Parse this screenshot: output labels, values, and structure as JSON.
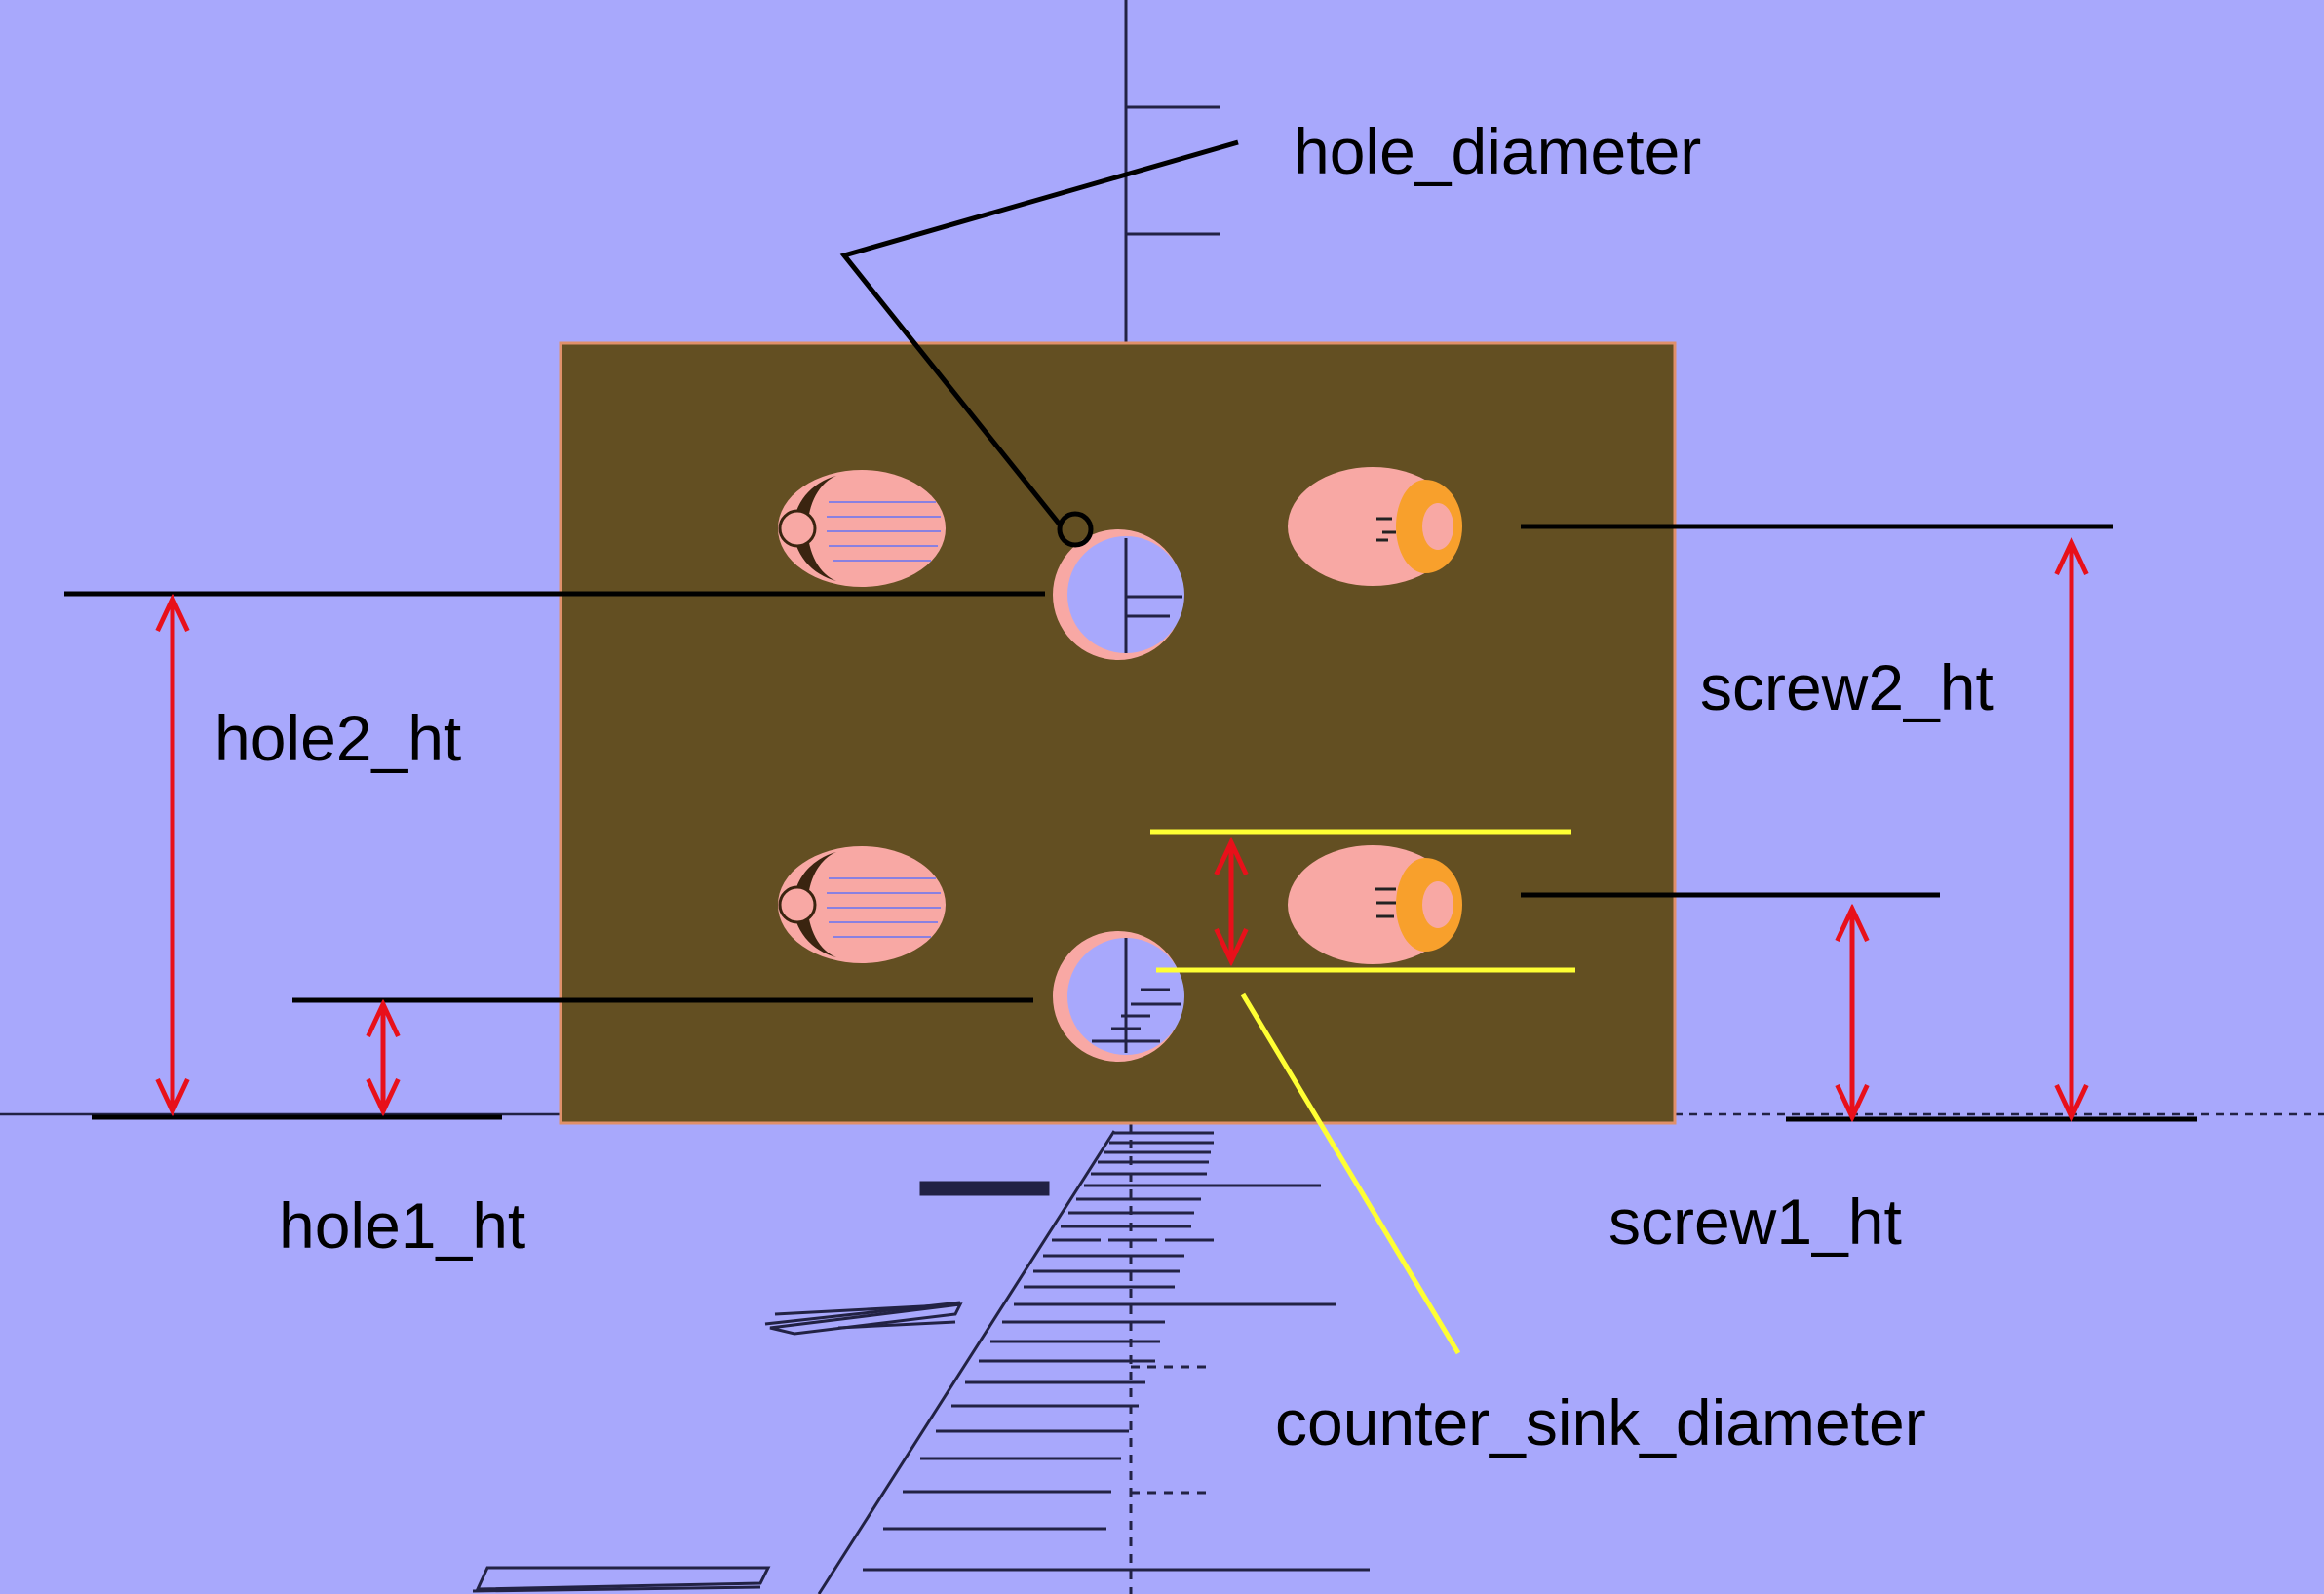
{
  "labels": {
    "hole_diameter": "hole_diameter",
    "hole2_ht": "hole2_ht",
    "hole1_ht": "hole1_ht",
    "screw2_ht": "screw2_ht",
    "screw1_ht": "screw1_ht",
    "counter_sink_diameter": "counter_sink_diameter"
  },
  "colors": {
    "background": "#a8a8fc",
    "plate": "#634f22",
    "plate_edge": "#e0906a",
    "hole_fill": "#f8a8a4",
    "countersink": "#f8a02c",
    "dim_arrow": "#e8101a",
    "leader": "#000000",
    "highlight": "#ffff33"
  }
}
